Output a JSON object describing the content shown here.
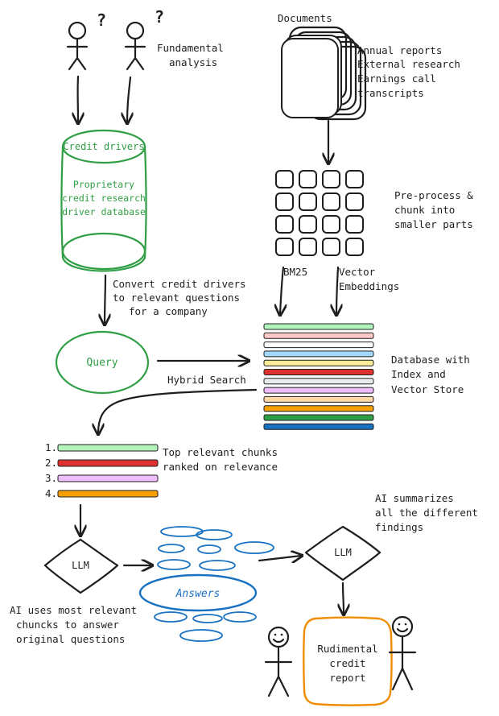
{
  "labels": {
    "fundamental": [
      "Fundamental",
      "analysis"
    ],
    "documents": "Documents",
    "doc_types": [
      "Annual reports",
      "External research",
      "Earnings call",
      "transcripts"
    ],
    "credit_drivers": "Credit drivers",
    "database": [
      "Proprietary",
      "credit research",
      "driver database"
    ],
    "preprocess": [
      "Pre-process &",
      "chunk into",
      "smaller parts"
    ],
    "bm25": "BM25",
    "vector": [
      "Vector",
      "Embeddings"
    ],
    "convert": [
      "Convert credit drivers",
      "to relevant questions",
      "for a company"
    ],
    "query": "Query",
    "hybrid": "Hybrid Search",
    "store": [
      "Database with",
      "Index and",
      "Vector Store"
    ],
    "top_chunks": [
      "Top relevant chunks",
      "ranked on relevance"
    ],
    "ranks": [
      "1.",
      "2.",
      "3.",
      "4."
    ],
    "ai_summarizes": [
      "AI summarizes",
      "all the different",
      "findings"
    ],
    "llm1": "LLM",
    "llm2": "LLM",
    "answers": "Answers",
    "ai_uses": [
      "AI uses most relevant",
      "chuncks to answer",
      "original questions"
    ],
    "report": [
      "Rudimental",
      "credit",
      "report"
    ],
    "question_mark": "?"
  },
  "colors": {
    "ink": "#1e1e1e",
    "green": "#2f9e44",
    "blue": "#1971c2",
    "orange": "#f08c00",
    "stack": [
      "#b2f2bb",
      "#ffc9c9",
      "#ffffff",
      "#a5d8ff",
      "#ffec99",
      "#e03131",
      "#e9ecef",
      "#eebefa",
      "#ffd8a8",
      "#f59f00",
      "#2f9e44",
      "#1971c2"
    ],
    "ranked": [
      "#b2f2bb",
      "#e03131",
      "#eebefa",
      "#f59f00"
    ]
  },
  "icons": {
    "person": "stick-figure-icon",
    "document": "document-stack-icon",
    "chunk": "chunk-grid-icon"
  }
}
